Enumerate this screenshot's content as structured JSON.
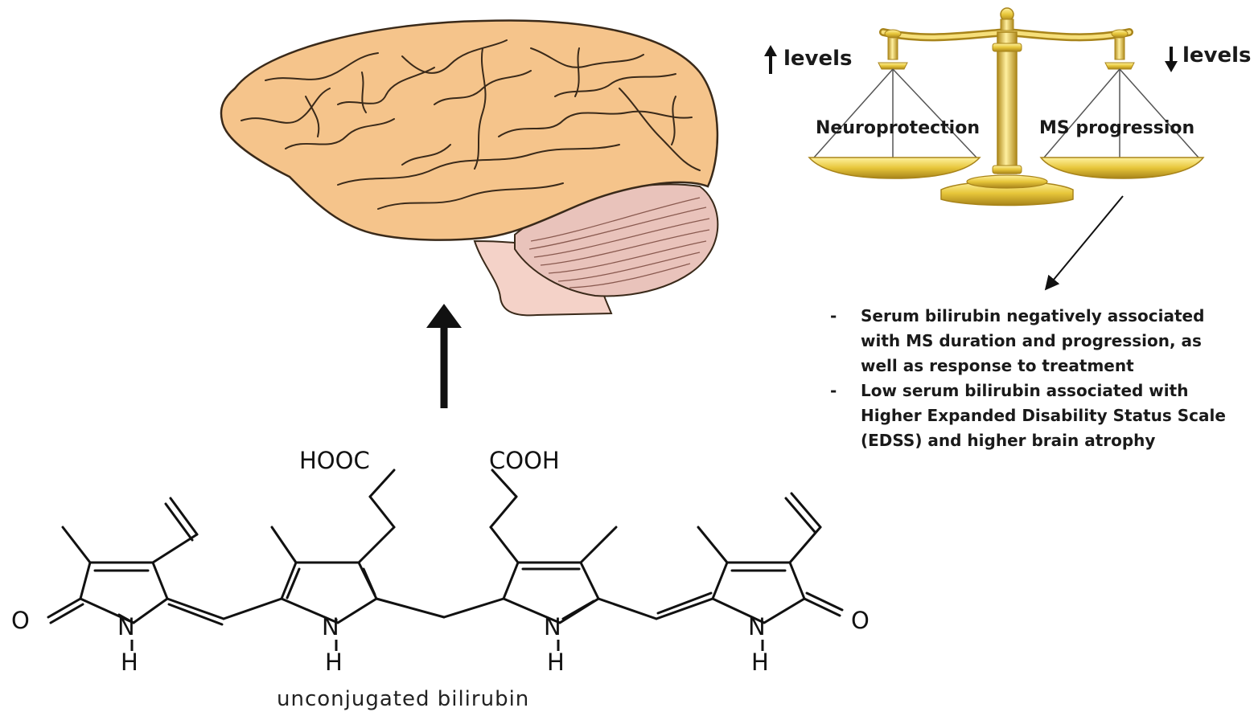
{
  "scale": {
    "left_indicator": "levels",
    "right_indicator": "levels",
    "left_pan": "Neuroprotection",
    "right_pan": "MS progression"
  },
  "findings": [
    {
      "dash": "-",
      "lines": [
        "Serum bilirubin negatively associated",
        "with MS duration and progression, as",
        "well as response to treatment"
      ]
    },
    {
      "dash": "-",
      "lines": [
        "Low serum bilirubin associated with",
        "Higher Expanded Disability Status Scale",
        "(EDSS) and higher brain atrophy"
      ]
    }
  ],
  "molecule": {
    "group_left": "HOOC",
    "group_right": "COOH",
    "oxygen": "O",
    "nitrogen": "N",
    "hydrogen": "H",
    "caption": "unconjugated bilirubin"
  },
  "colors": {
    "brain": "#f5c48b",
    "brain_stroke": "#3a2a1a",
    "cerebellum": "#e8c0b8",
    "brainstem": "#f4d2c8",
    "gold": "#e7c63a",
    "gold_dark": "#a8841a"
  }
}
